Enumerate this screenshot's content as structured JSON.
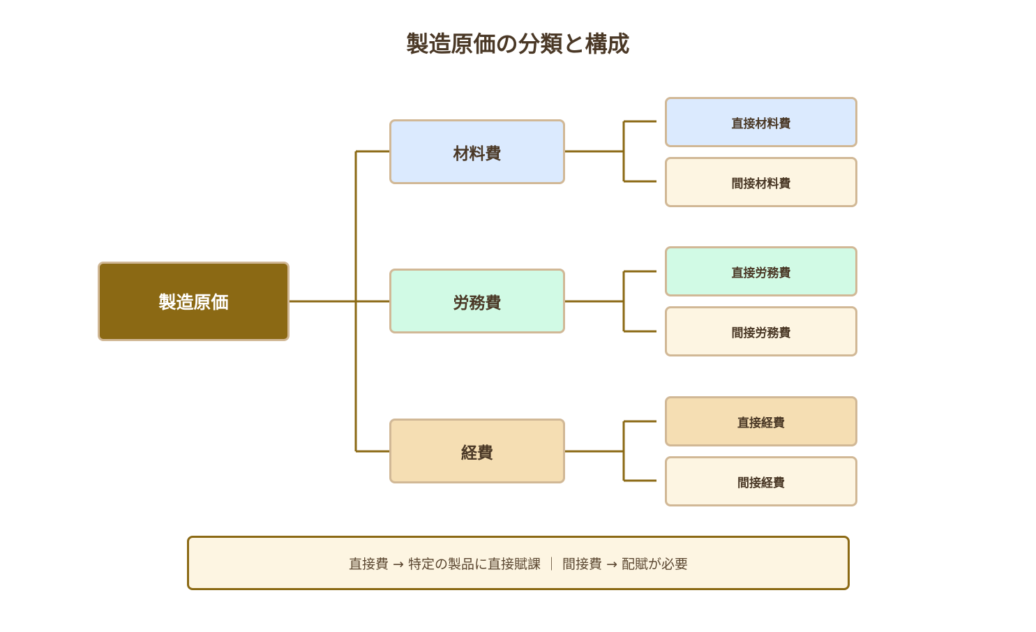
{
  "title": "製造原価の分類と構成",
  "colors": {
    "connector": "#8b6914",
    "root_fill": "#8b6914",
    "border": "#d1b896",
    "blue": "#dbeafe",
    "green": "#d1fae5",
    "tan": "#f5deb3",
    "cream": "#fdf5e2"
  },
  "root": {
    "label": "製造原価"
  },
  "categories": [
    {
      "label": "材料費",
      "color": "#dbeafe",
      "children": [
        {
          "label": "直接材料費",
          "color": "#dbeafe"
        },
        {
          "label": "間接材料費",
          "color": "#fdf5e2"
        }
      ]
    },
    {
      "label": "労務費",
      "color": "#d1fae5",
      "children": [
        {
          "label": "直接労務費",
          "color": "#d1fae5"
        },
        {
          "label": "間接労務費",
          "color": "#fdf5e2"
        }
      ]
    },
    {
      "label": "経費",
      "color": "#f5deb3",
      "children": [
        {
          "label": "直接経費",
          "color": "#f5deb3"
        },
        {
          "label": "間接経費",
          "color": "#fdf5e2"
        }
      ]
    }
  ],
  "note": "直接費 → 特定の製品に直接賦課 ｜ 間接費 → 配賦が必要"
}
